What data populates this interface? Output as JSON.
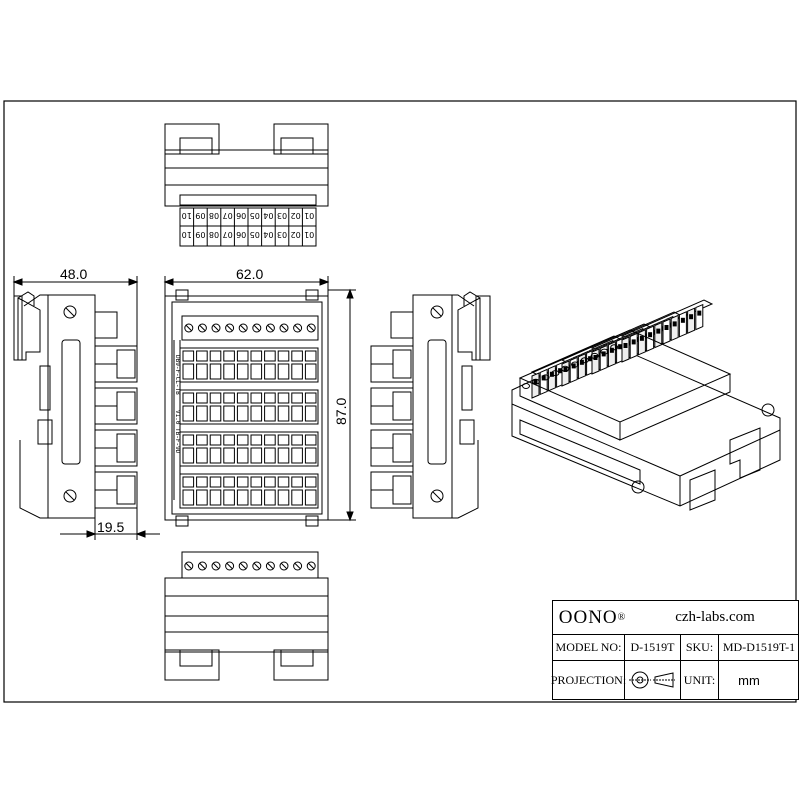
{
  "dimensions": {
    "side_width": "48.0",
    "front_width": "62.0",
    "height": "87.0",
    "side_depth": "19.5"
  },
  "terminal_numbers": [
    "10",
    "09",
    "08",
    "07",
    "06",
    "05",
    "04",
    "03",
    "02",
    "01"
  ],
  "front_label_texts": [
    "DB9-F-CL-TB",
    "V1.0 TB-F-9D"
  ],
  "title_block": {
    "brand": "OONO",
    "brand_mark": "®",
    "website": "czh-labs.com",
    "model_label": "MODEL NO:",
    "model_value": "D-1519T",
    "sku_label": "SKU:",
    "sku_value": "MD-D1519T-1",
    "projection_label": "PROJECTION:",
    "unit_label": "UNIT:",
    "unit_value": "mm"
  },
  "colors": {
    "line": "#000000",
    "background": "#ffffff"
  }
}
